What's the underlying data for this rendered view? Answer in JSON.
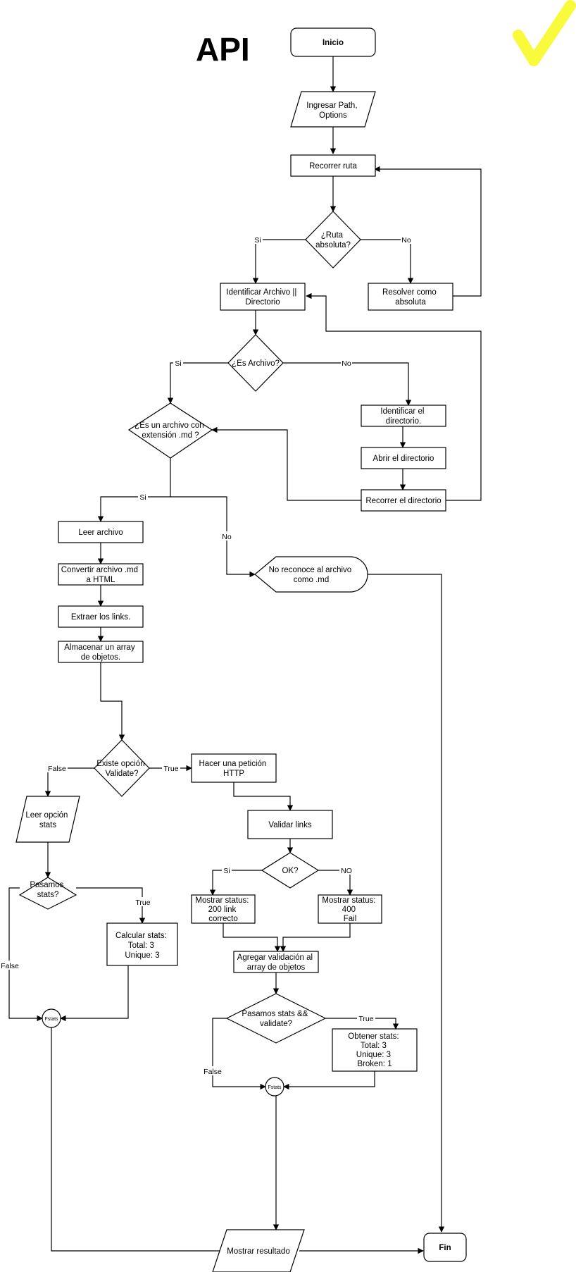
{
  "title": "API",
  "colors": {
    "check_mark": "#fafa3c",
    "stroke": "#000000",
    "fill": "#ffffff"
  },
  "nodes": {
    "inicio": "Inicio",
    "ingresar": [
      "Ingresar Path,",
      "Options"
    ],
    "recorrer_ruta": "Recorrer ruta",
    "ruta_absoluta": [
      "¿Ruta",
      "absoluta?"
    ],
    "identificar": [
      "Identificar Archivo ||",
      "Directorio"
    ],
    "resolver": [
      "Resolver como",
      "absoluta"
    ],
    "es_archivo": "¿Es Archivo?",
    "ident_dir": [
      "Identificar el",
      "directorio."
    ],
    "abrir_dir": "Abrir el directorio",
    "recorrer_dir": "Recorrer el directorio",
    "es_md": [
      "¿Es un archivo con",
      "extensión .md ?"
    ],
    "leer": "Leer archivo",
    "convertir": [
      "Convertir archivo .md",
      "a HTML"
    ],
    "extraer": "Extraer los links.",
    "almacenar": [
      "Almacenar un array",
      "de objetos."
    ],
    "no_reconoce": [
      "No reconoce al archivo",
      "como .md"
    ],
    "validate": [
      "Existe opción",
      "Validate?"
    ],
    "peticion": [
      "Hacer una petición",
      "HTTP"
    ],
    "validar_links": "Validar links",
    "ok": "OK?",
    "status200": [
      "Mostrar status:",
      "200 link",
      "correcto"
    ],
    "status400": [
      "Mostrar status:",
      "400",
      "Fail"
    ],
    "agregar": [
      "Agregar validación al",
      "array de objetos"
    ],
    "leer_stats": [
      "Leer opción",
      "stats"
    ],
    "pasamos_stats": [
      "Pasamos",
      "stats?"
    ],
    "calcular": [
      "Calcular stats:",
      "Total: 3",
      "Unique: 3"
    ],
    "fstats1": "Fstats",
    "pasamos_stats_validate": [
      "Pasamos stats &&",
      "validate?"
    ],
    "obtener": [
      "Obtener stats:",
      "Total: 3",
      "Unique: 3",
      "Broken: 1"
    ],
    "fstats2": "Fstats",
    "mostrar": "Mostrar resultado",
    "fin": "Fin"
  },
  "edge_labels": {
    "si": "Si",
    "no": "No",
    "no_caps": "NO",
    "true": "True",
    "false": "False"
  }
}
